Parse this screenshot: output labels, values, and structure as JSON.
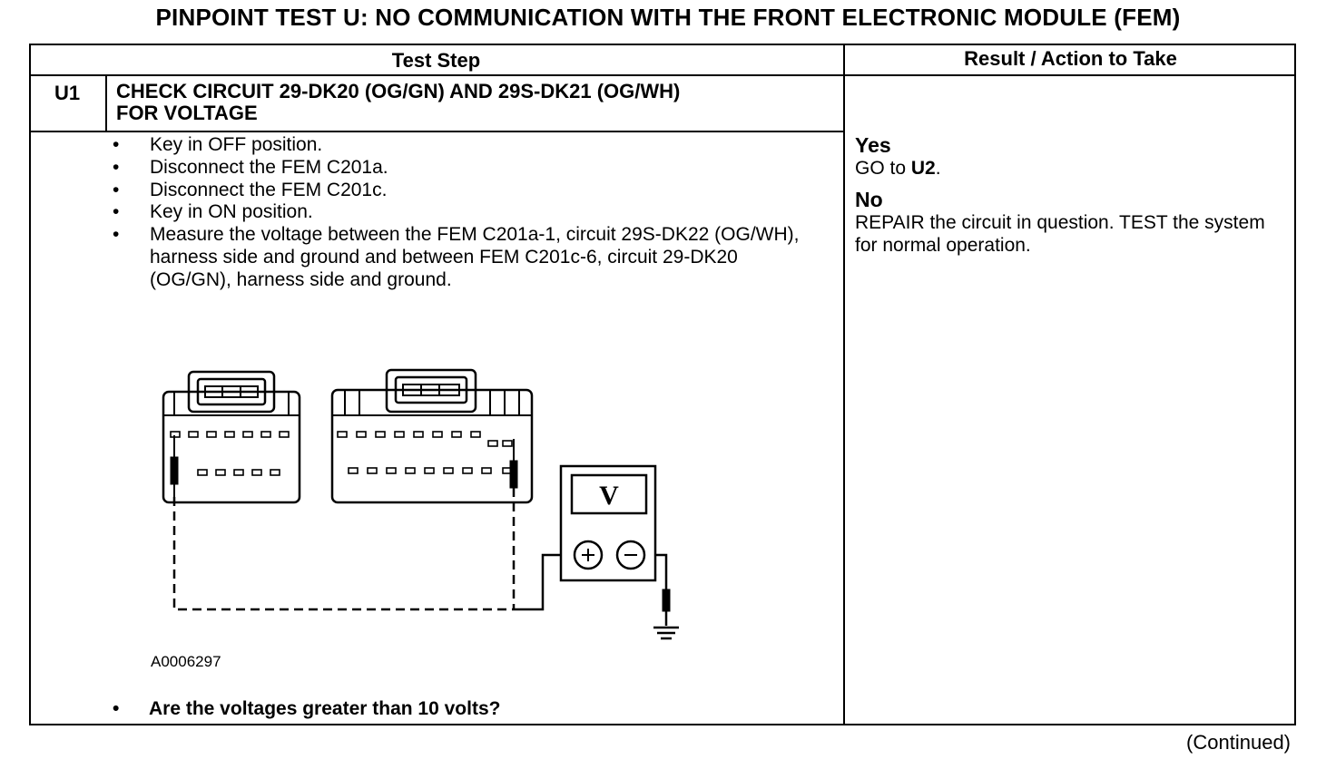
{
  "title": "PINPOINT TEST  U: NO COMMUNICATION WITH THE FRONT ELECTRONIC MODULE (FEM)",
  "table": {
    "col_test_step": "Test Step",
    "col_result": "Result / Action to Take",
    "step_id": "U1",
    "step_title_line1": "CHECK CIRCUIT 29-DK20 (OG/GN) AND 29S-DK21 (OG/WH)",
    "step_title_line2": "FOR VOLTAGE",
    "bullets": [
      "Key in OFF position.",
      "Disconnect the FEM C201a.",
      "Disconnect the FEM C201c.",
      "Key in ON position.",
      "Measure the voltage between the FEM C201a-1, circuit 29S-DK22 (OG/WH), harness side and ground and between FEM C201c-6, circuit 29-DK20 (OG/GN), harness side and ground."
    ],
    "diagram_ref": "A0006297",
    "meter_label": "V",
    "question": "Are the voltages greater than 10 volts?",
    "yes_label": "Yes",
    "yes_action_prefix": "GO to ",
    "yes_action_target": "U2",
    "yes_action_suffix": ".",
    "no_label": "No",
    "no_action": "REPAIR the circuit in question. TEST the system for normal operation."
  },
  "footer": {
    "continued": "(Continued)"
  }
}
